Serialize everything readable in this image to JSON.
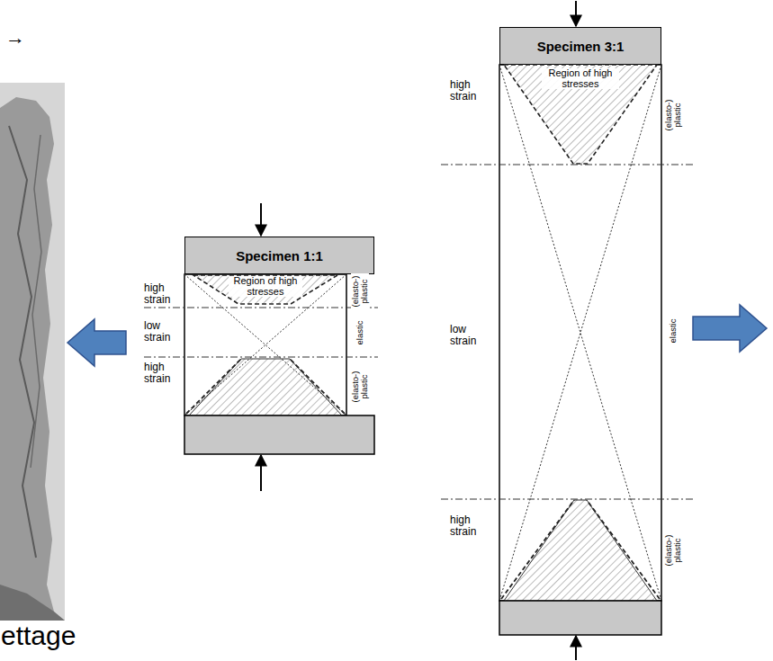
{
  "diagram": {
    "nodes": [
      {
        "text": [
          "Specimen 1:1"
        ]
      },
      {
        "text": [
          "Region of high stresses"
        ]
      },
      {
        "text": [
          "Specimen 3:1"
        ]
      },
      {
        "text": [
          "Region of high stresses"
        ]
      }
    ],
    "labels": [
      "→",
      "high strain",
      "low strain",
      "high strain",
      "(elasto-) plastic",
      "elastic",
      "(elasto-) plastic",
      "high strain",
      "low strain",
      "high strain",
      "(elasto-) plastic",
      "elastic",
      "(elasto-) plastic",
      "ettage"
    ]
  }
}
